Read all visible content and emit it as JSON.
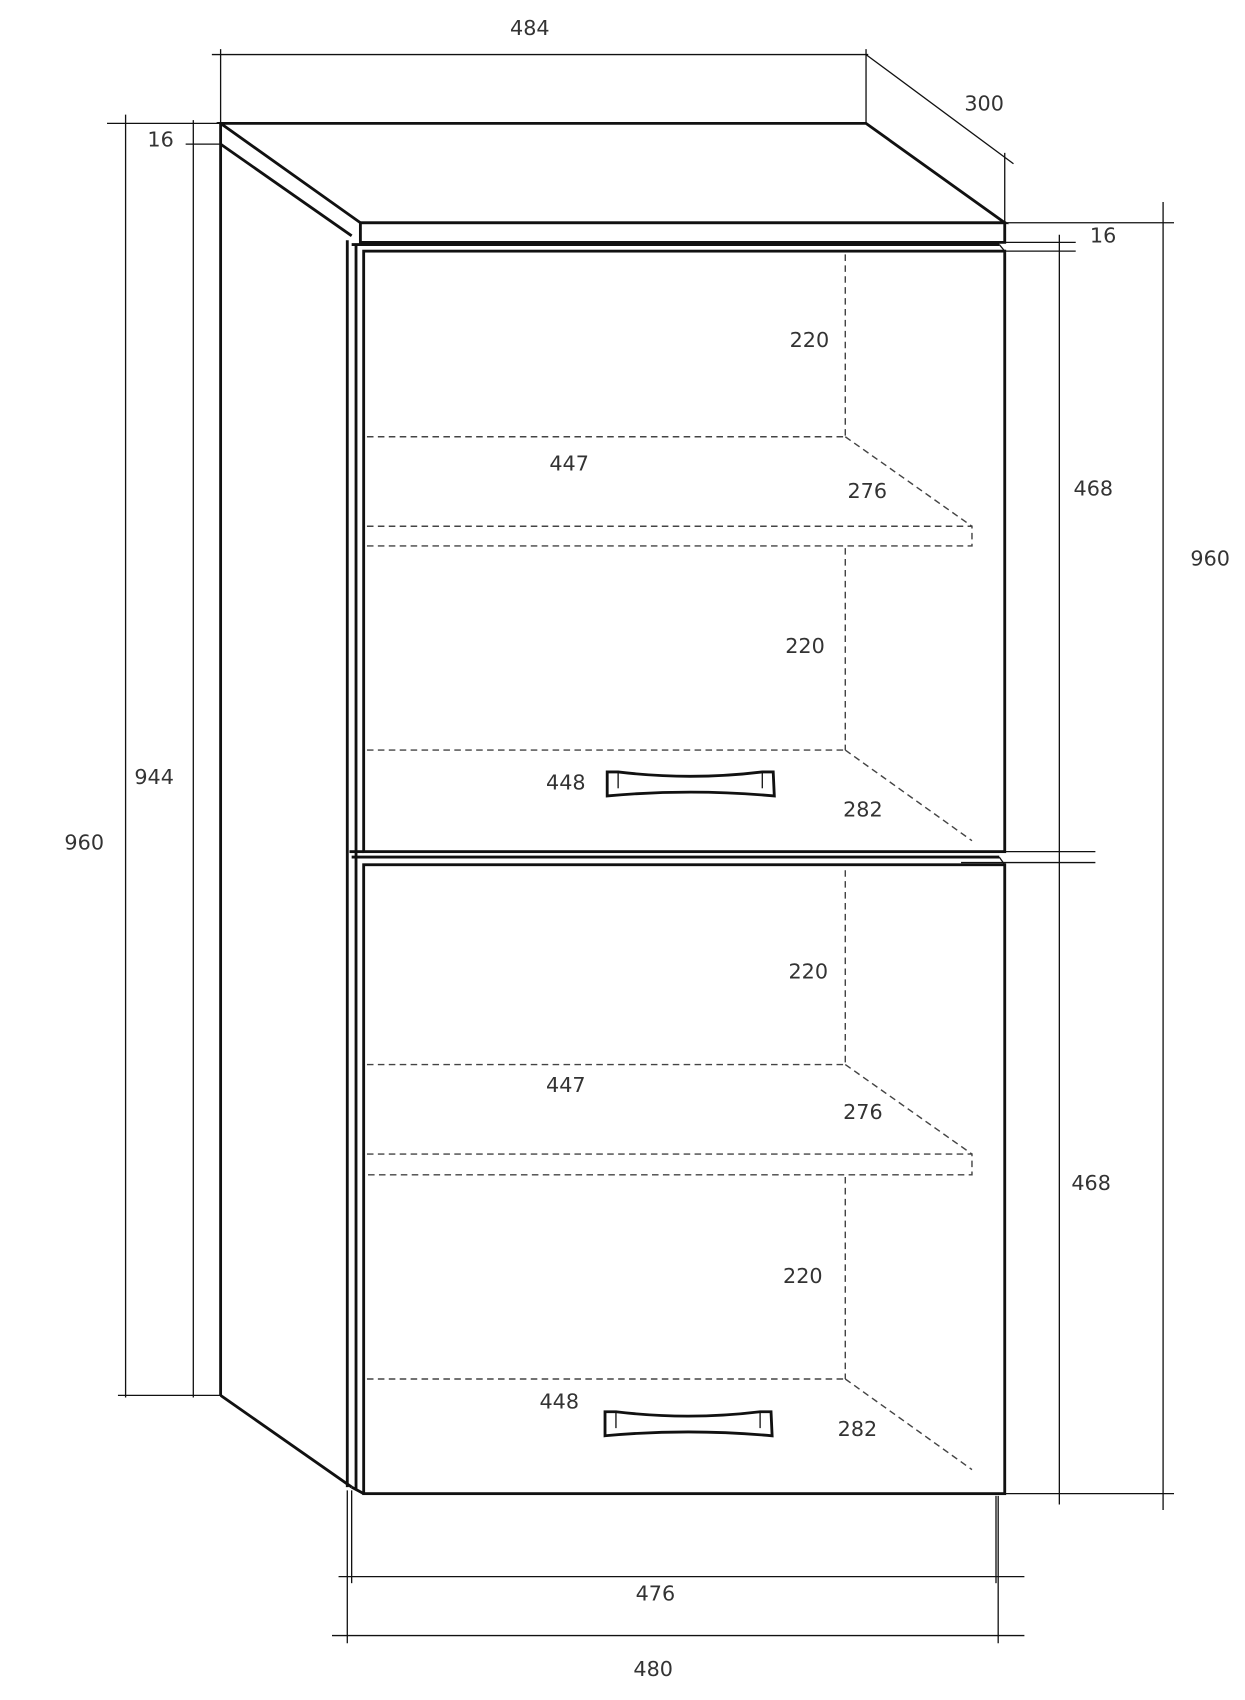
{
  "dimensions": {
    "width_top": "484",
    "depth": "300",
    "top_thickness_left": "16",
    "top_thickness_right": "16",
    "total_height_left": "960",
    "side_height": "944",
    "total_height_right": "960",
    "door_upper_height": "468",
    "door_lower_height": "468",
    "upper_gap_1": "220",
    "upper_shelf_width": "447",
    "upper_shelf_depth": "276",
    "upper_gap_2": "220",
    "upper_bottom_width": "448",
    "upper_bottom_depth": "282",
    "lower_gap_1": "220",
    "lower_shelf_width": "447",
    "lower_shelf_depth": "276",
    "lower_gap_2": "220",
    "lower_bottom_width": "448",
    "lower_bottom_depth": "282",
    "door_width": "476",
    "body_width": "480"
  }
}
